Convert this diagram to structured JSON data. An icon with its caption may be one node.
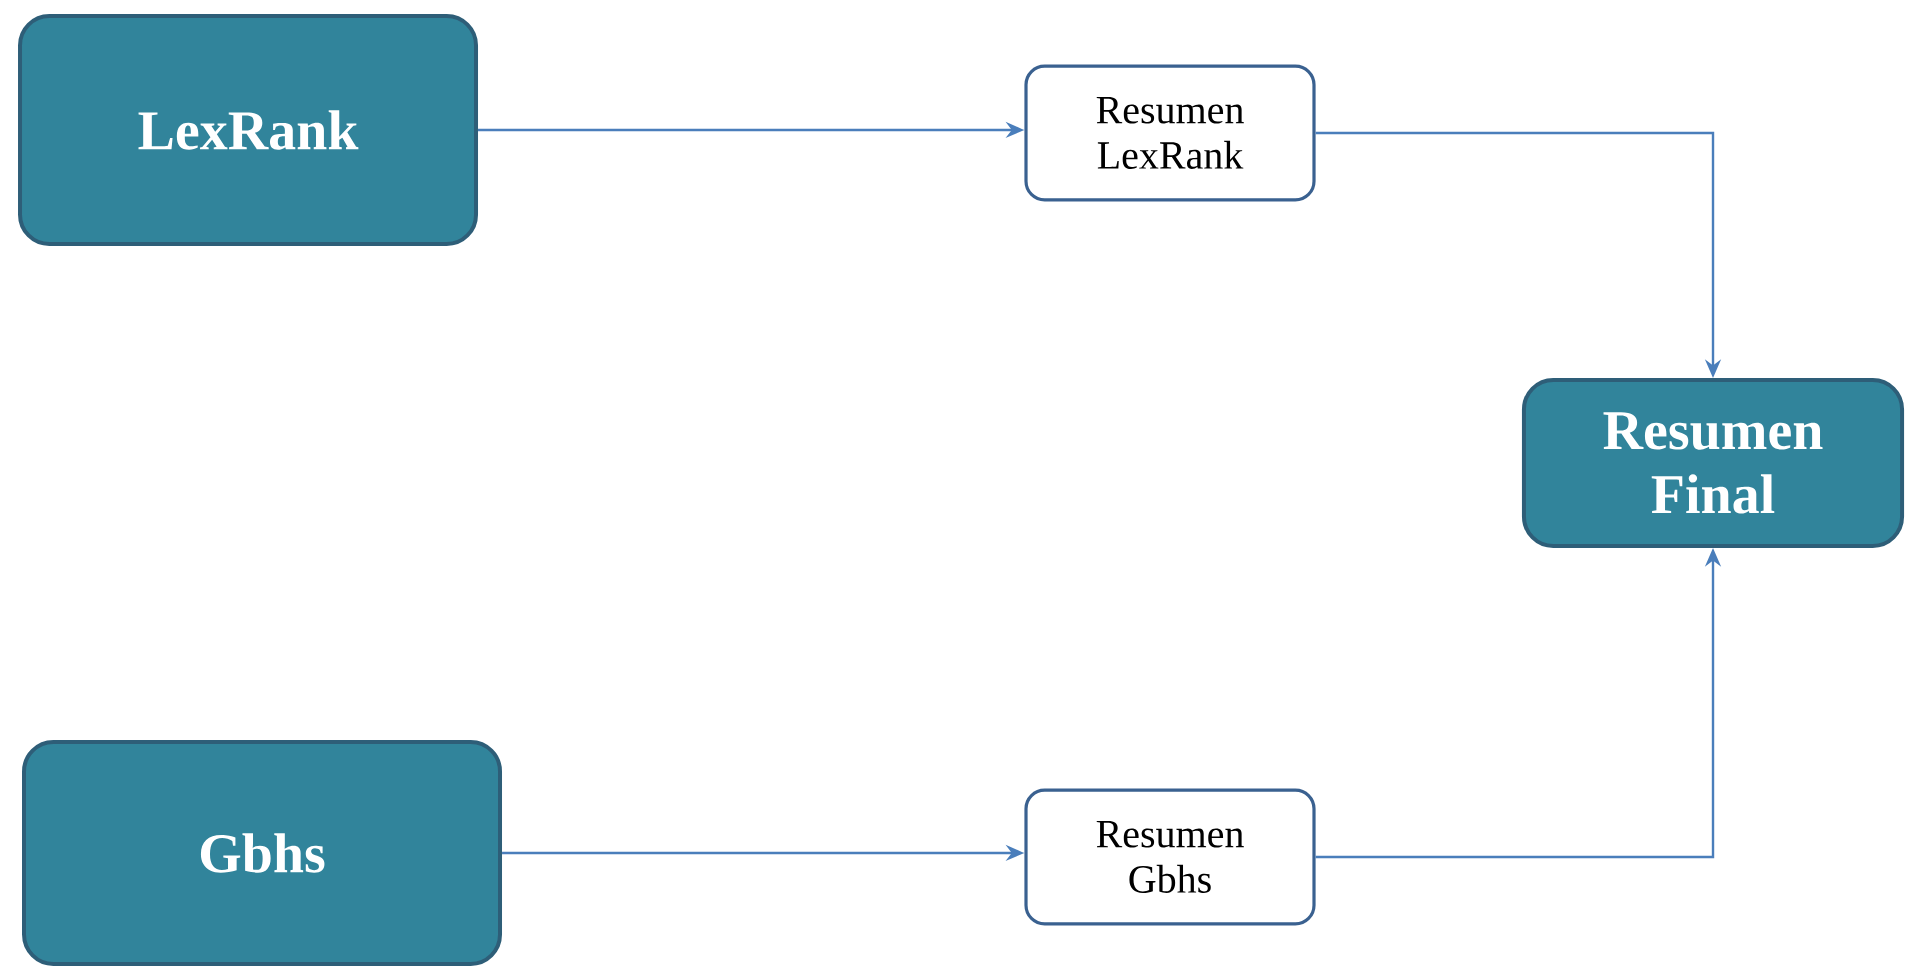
{
  "diagram": {
    "nodes": [
      {
        "text": [
          "LexRank"
        ]
      },
      {
        "text": [
          "Resumen LexRank"
        ]
      },
      {
        "text": [
          "Resumen Final"
        ]
      },
      {
        "text": [
          "Gbhs"
        ]
      },
      {
        "text": [
          "Resumen Gbhs"
        ]
      }
    ],
    "edges": [
      {
        "from": 0,
        "to": 1,
        "arrow": "to"
      },
      {
        "from": 1,
        "to": 2,
        "arrow": "to"
      },
      {
        "from": 3,
        "to": 4,
        "arrow": "to"
      },
      {
        "from": 4,
        "to": 2,
        "arrow": "to"
      }
    ]
  }
}
